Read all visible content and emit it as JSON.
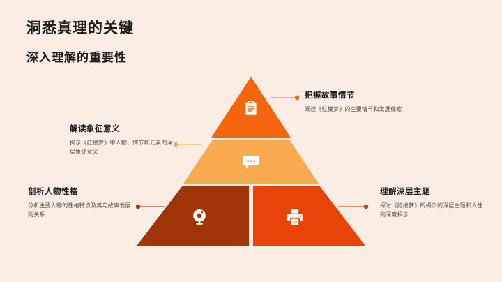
{
  "slide": {
    "background_color": "#FBEDE4",
    "title": "洞悉真理的关键",
    "subtitle": "深入理解的重要性"
  },
  "pyramid": {
    "levels": [
      {
        "id": "apex",
        "icon": "clipboard-icon",
        "color": "#F4650D"
      },
      {
        "id": "middle",
        "icon": "chat-bubble-icon",
        "color": "#F9A94E"
      },
      {
        "id": "base-left",
        "icon": "ring-camera-icon",
        "color": "#A03508"
      },
      {
        "id": "base-right",
        "icon": "printer-icon",
        "color": "#E84309"
      }
    ]
  },
  "callouts": [
    {
      "id": "top-right",
      "title": "把握故事情节",
      "desc": "阐述《红楼梦》的主要情节和发展线索",
      "connector_color": "#F4650D",
      "side": "right"
    },
    {
      "id": "middle-left",
      "title": "解读象征意义",
      "desc": "揭示《红楼梦》中人物、情节和元素的深层象征意义",
      "connector_color": "#F9A94E",
      "side": "left"
    },
    {
      "id": "bottom-left",
      "title": "剖析人物性格",
      "desc": "分析主要人物的性格特点及其与故事发展的关系",
      "connector_color": "#A03508",
      "side": "left"
    },
    {
      "id": "bottom-right",
      "title": "理解深层主题",
      "desc": "探讨《红楼梦》所揭示的深层主题和人性的深度揭示",
      "connector_color": "#C23A08",
      "side": "right"
    }
  ],
  "colors": {
    "background": "#FBEDE4",
    "text_dark": "#1B1B1B",
    "text_body": "#5B4A42",
    "accent_orange": "#F4650D",
    "accent_light_orange": "#F9A94E",
    "accent_brick": "#A03508",
    "accent_red_orange": "#E84309"
  }
}
